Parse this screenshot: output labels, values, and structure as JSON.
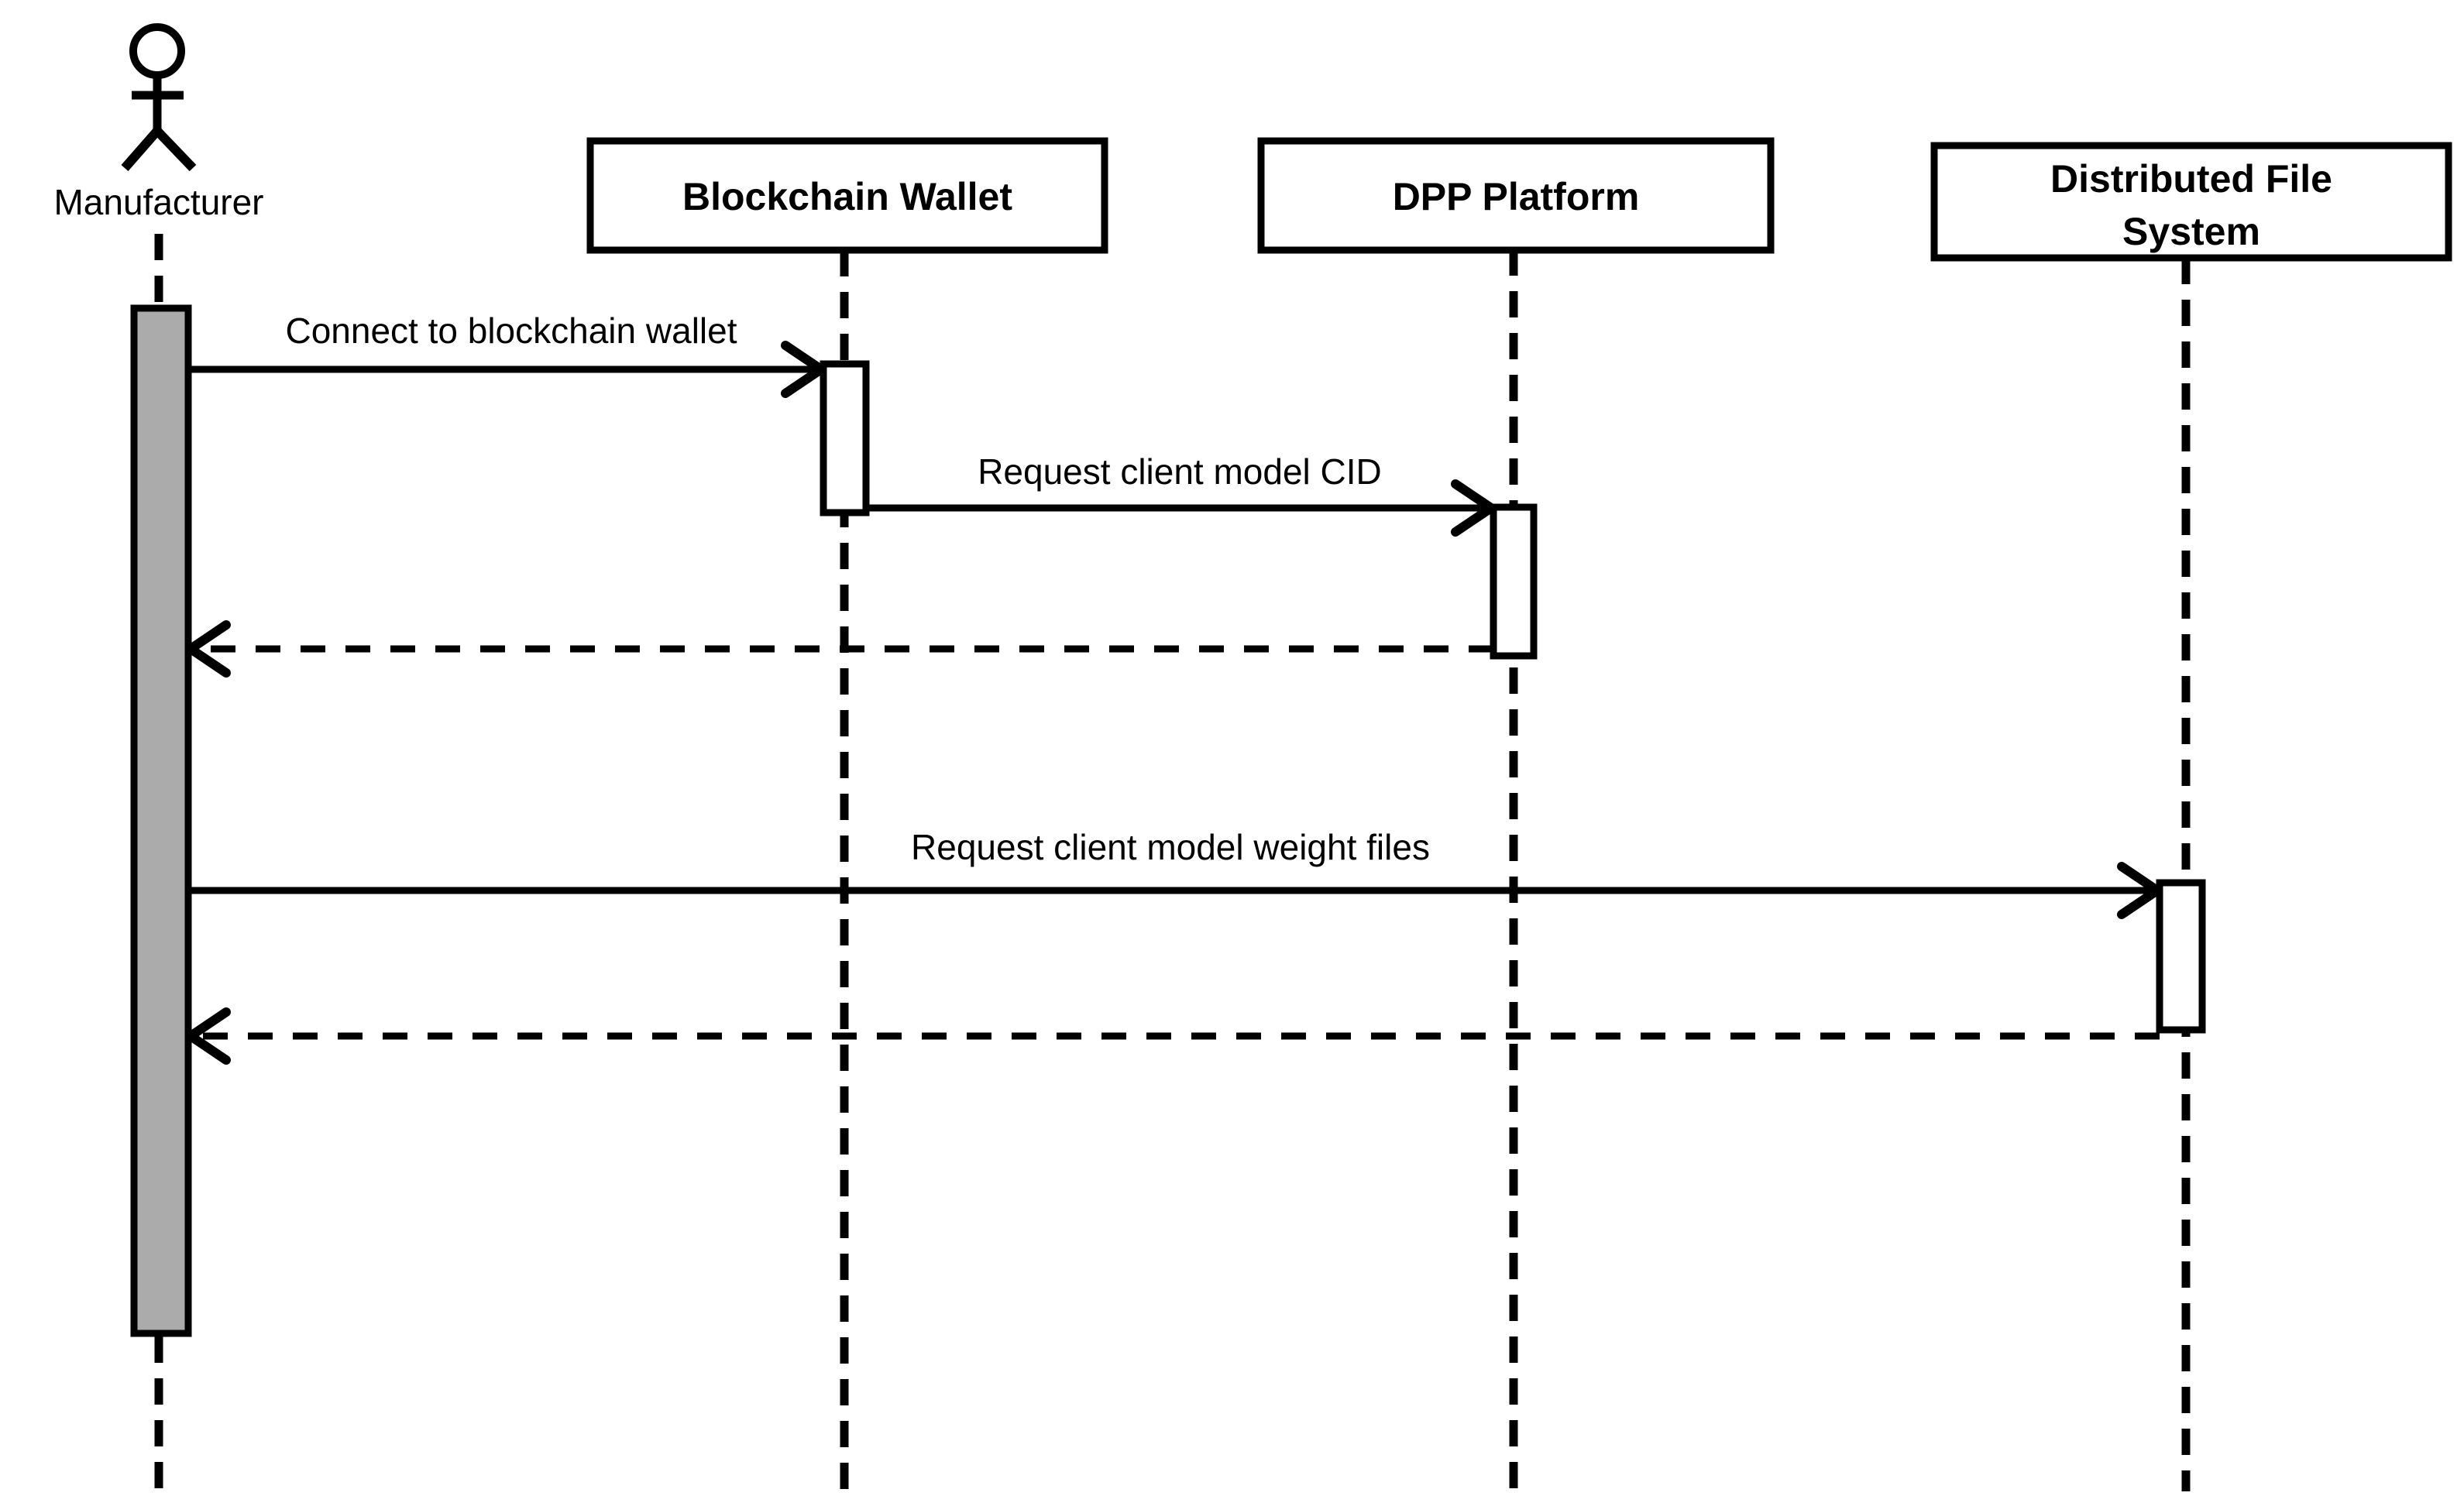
{
  "diagram": {
    "type": "uml-sequence-diagram",
    "actor": {
      "name": "Manufacturer",
      "icon": "stick-figure-icon"
    },
    "participants": [
      {
        "id": "blockchain-wallet",
        "label": "Blockchain Wallet"
      },
      {
        "id": "dpp-platform",
        "label": "DPP Platform"
      },
      {
        "id": "distributed-file-system",
        "label": "Distributed File System",
        "label_line1": "Distributed File",
        "label_line2": "System"
      }
    ],
    "messages": [
      {
        "n": 1,
        "label": "Connect to blockchain wallet",
        "from": "Manufacturer",
        "to": "Blockchain Wallet",
        "style": "solid-sync"
      },
      {
        "n": 2,
        "label": "Request client model CID",
        "from": "Blockchain Wallet",
        "to": "DPP Platform",
        "style": "solid-sync"
      },
      {
        "n": 3,
        "label": "",
        "from": "DPP Platform",
        "to": "Manufacturer",
        "style": "dashed-return"
      },
      {
        "n": 4,
        "label": "Request client model weight files",
        "from": "Manufacturer",
        "to": "Distributed File System",
        "style": "solid-sync"
      },
      {
        "n": 5,
        "label": "",
        "from": "Distributed File System",
        "to": "Manufacturer",
        "style": "dashed-return"
      }
    ],
    "colors": {
      "stroke": "#000000",
      "background": "#ffffff",
      "actor_activation_fill": "#ababab",
      "activation_fill": "#ffffff"
    }
  }
}
